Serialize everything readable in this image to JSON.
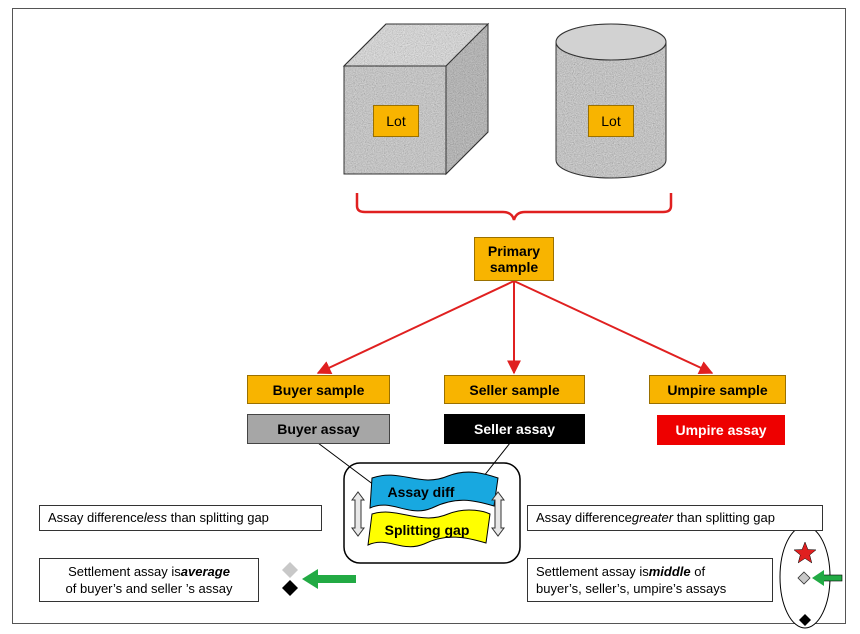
{
  "lots": [
    {
      "shape": "cube",
      "label": "Lot"
    },
    {
      "shape": "cylinder",
      "label": "Lot"
    }
  ],
  "primary_sample": {
    "line1": "Primary",
    "line2": "sample"
  },
  "samples": {
    "buyer": "Buyer sample",
    "seller": "Seller sample",
    "umpire": "Umpire sample"
  },
  "assays": {
    "buyer": {
      "label": "Buyer assay",
      "color": "#a6a6a6"
    },
    "seller": {
      "label": "Seller assay",
      "color": "#000000"
    },
    "umpire": {
      "label": "Umpire assay",
      "color": "#ee0000"
    }
  },
  "comparison": {
    "assay_diff": "Assay diff",
    "splitting_gap": "Splitting gap",
    "assay_diff_color": "#18a8e0",
    "splitting_gap_color": "#ffff00"
  },
  "left_case": {
    "condition_prefix": "Assay difference",
    "condition_emph": "less",
    "condition_suffix": " than splitting gap",
    "result_prefix": "Settlement assay is",
    "result_emph": "average",
    "result_line2": "of buyer’s and seller ’s assay"
  },
  "right_case": {
    "condition_prefix": "Assay difference",
    "condition_emph": "greater",
    "condition_suffix": " than splitting gap",
    "result_prefix": "Settlement assay is",
    "result_emph": "middle",
    "result_suffix": " of",
    "result_line2": "buyer’s, seller’s, umpire’s assays"
  },
  "colors": {
    "sample_fill": "#f8b400",
    "flow_arrow": "#e02020",
    "indicator_arrow": "#22aa44",
    "star": "#e02020"
  }
}
